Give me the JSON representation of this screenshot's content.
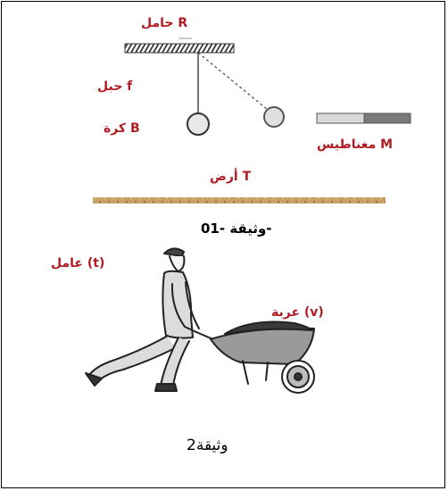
{
  "document1": {
    "labels": {
      "support": "حامل R",
      "rope": "حبل f",
      "ball": "كرة B",
      "magnet": "مغناطيس M",
      "ground": "أرض T"
    },
    "caption": "وثيقة -01-"
  },
  "document2": {
    "labels": {
      "worker": "عامل (t)",
      "cart": "عربة (v)"
    },
    "caption": "وثيقة2"
  },
  "colors": {
    "label": "#b01c22",
    "ground": "#c9a267",
    "magnet_light": "#d9d9d9",
    "magnet_dark": "#7a7a7a"
  }
}
